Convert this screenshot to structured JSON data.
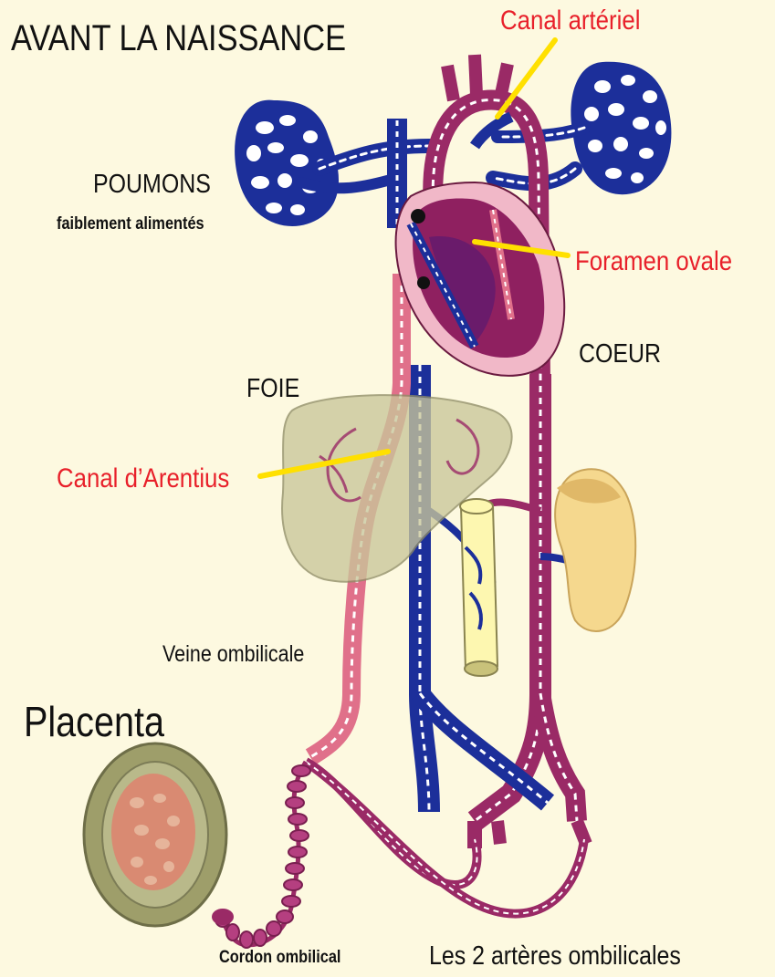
{
  "labels": {
    "title": "AVANT LA NAISSANCE",
    "poumons": "POUMONS",
    "poumons_sub": "faiblement alimentés",
    "canal_arteriel": "Canal artériel",
    "foramen_ovale": "Foramen ovale",
    "coeur": "COEUR",
    "foie": "FOIE",
    "canal_arentius": "Canal d’Arentius",
    "veine_ombilicale": "Veine ombilicale",
    "placenta": "Placenta",
    "cordon_ombilical": "Cordon ombilical",
    "arteres_ombilicales": "Les 2 artères ombilicales"
  },
  "colors": {
    "background": "#fdf9e0",
    "deoxygenated_blue": "#1c2f9a",
    "mixed_purple": "#9a2a66",
    "oxygenated_pink": "#e0708a",
    "heart_pink": "#f1b8c8",
    "liver_overlay": "#c9c79a",
    "kidney": "#f5d88e",
    "placenta_outer": "#9e9e6a",
    "placenta_inner": "#d98a72",
    "pointer_yellow": "#ffe000",
    "label_red": "#e8202a",
    "label_black": "#111111"
  }
}
